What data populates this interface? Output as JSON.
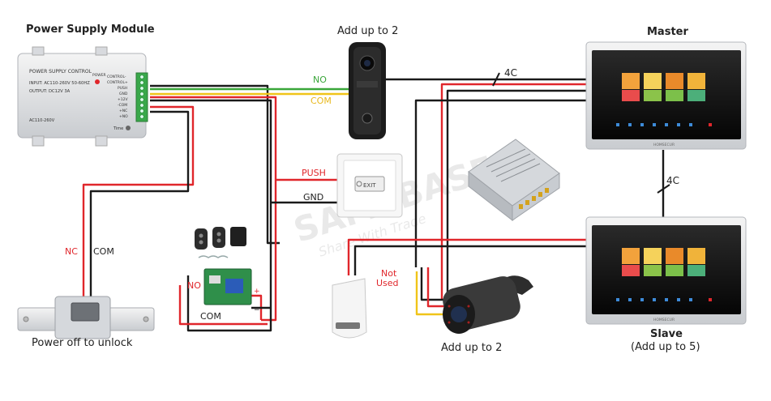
{
  "labels": {
    "psu_title": "Power Supply Module",
    "doorbell_caption": "Add up to 2",
    "master_title": "Master",
    "slave_title": "Slave",
    "slave_sub": "(Add up to 5)",
    "camera_caption": "Add up to 2",
    "lock_caption": "Power off to unlock"
  },
  "wire_labels": {
    "no_top": "NO",
    "com_top": "COM",
    "push": "PUSH",
    "gnd": "GND",
    "nc_lock": "NC",
    "com_lock": "COM",
    "no_remote": "NO",
    "com_remote": "COM",
    "not_used_1": "Not",
    "not_used_2": "Used",
    "cable_4c_top": "4C",
    "cable_4c_mid": "4C"
  },
  "psu_panel": {
    "header": "POWER SUPPLY CONTROL",
    "input": "INPUT: AC110-260V 50-60HZ",
    "output": "OUTPUT: DC12V  3A",
    "ac": "AC110-260V",
    "power": "POWER",
    "time": "Time",
    "terminals": [
      "CONTROL-",
      "CONTROL+",
      "PUSH",
      "GND",
      "+12V",
      "-COM",
      "+NC",
      "+NO"
    ]
  },
  "exit_button": {
    "label": "EXIT"
  },
  "monitor_brand": "HOMSECUR",
  "watermark": {
    "main": "SAMEBASE",
    "sub": "Share With Trade"
  },
  "colors": {
    "red": "#e0262b",
    "black": "#1a1a1a",
    "green": "#3aa63a",
    "yellow": "#f0c419"
  }
}
